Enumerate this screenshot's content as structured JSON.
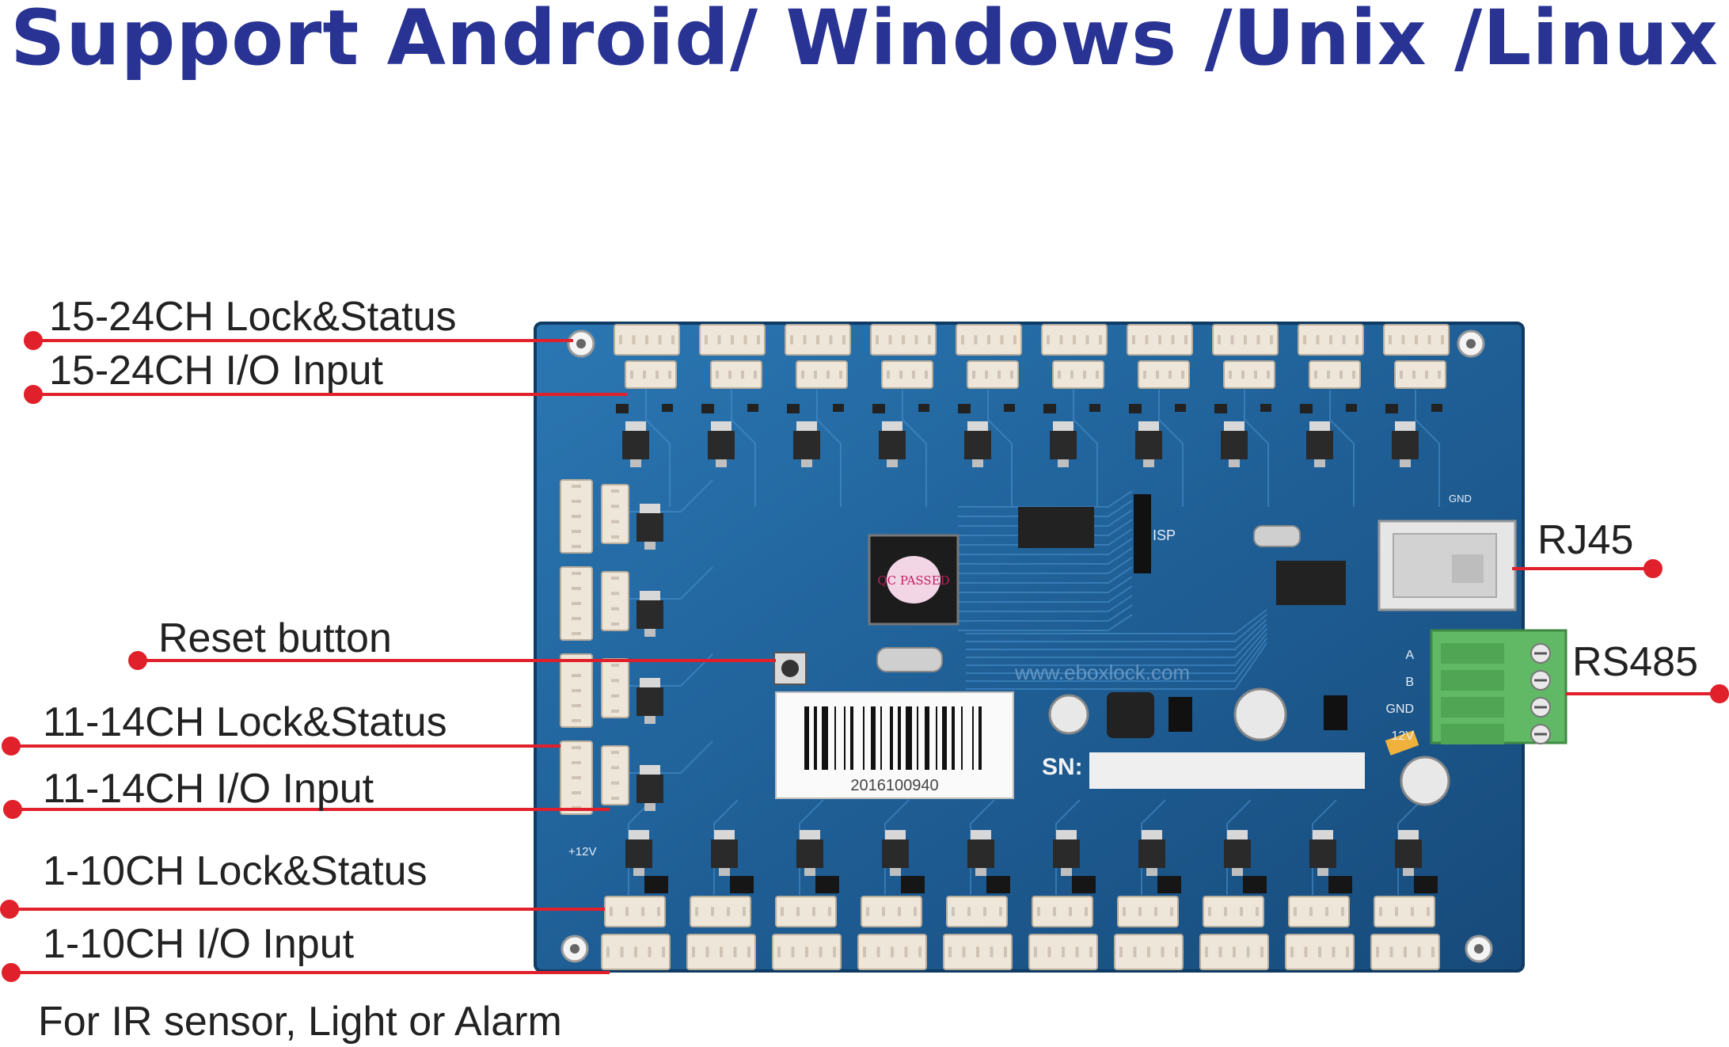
{
  "headline": "Support Android/ Windows /Unix /Linux",
  "labels": {
    "ch15_24_lock": "15-24CH Lock&Status",
    "ch15_24_io": "15-24CH I/O Input",
    "reset": "Reset button",
    "ch11_14_lock": "11-14CH Lock&Status",
    "ch11_14_io": "11-14CH I/O Input",
    "ch1_10_lock": "1-10CH Lock&Status",
    "ch1_10_io": "1-10CH I/O Input",
    "rj45": "RJ45",
    "rs485": "RS485"
  },
  "note": "For IR sensor, Light or Alarm",
  "board": {
    "qc_label": "QC PASSED",
    "barcode_number": "2016100940",
    "sn_label": "SN:",
    "watermark": "www.eboxlock.com",
    "silkscreen_isp": "ISP",
    "silkscreen_gnd": "GND",
    "silkscreen_12v": "+12V",
    "terminal_labels": [
      "A",
      "B",
      "GND",
      "12V"
    ]
  },
  "colors": {
    "headline": "#283393",
    "callout_line": "#e0202a",
    "pcb": "#1f5f96",
    "connector": "#efe6da",
    "terminal": "#5cb85c"
  }
}
